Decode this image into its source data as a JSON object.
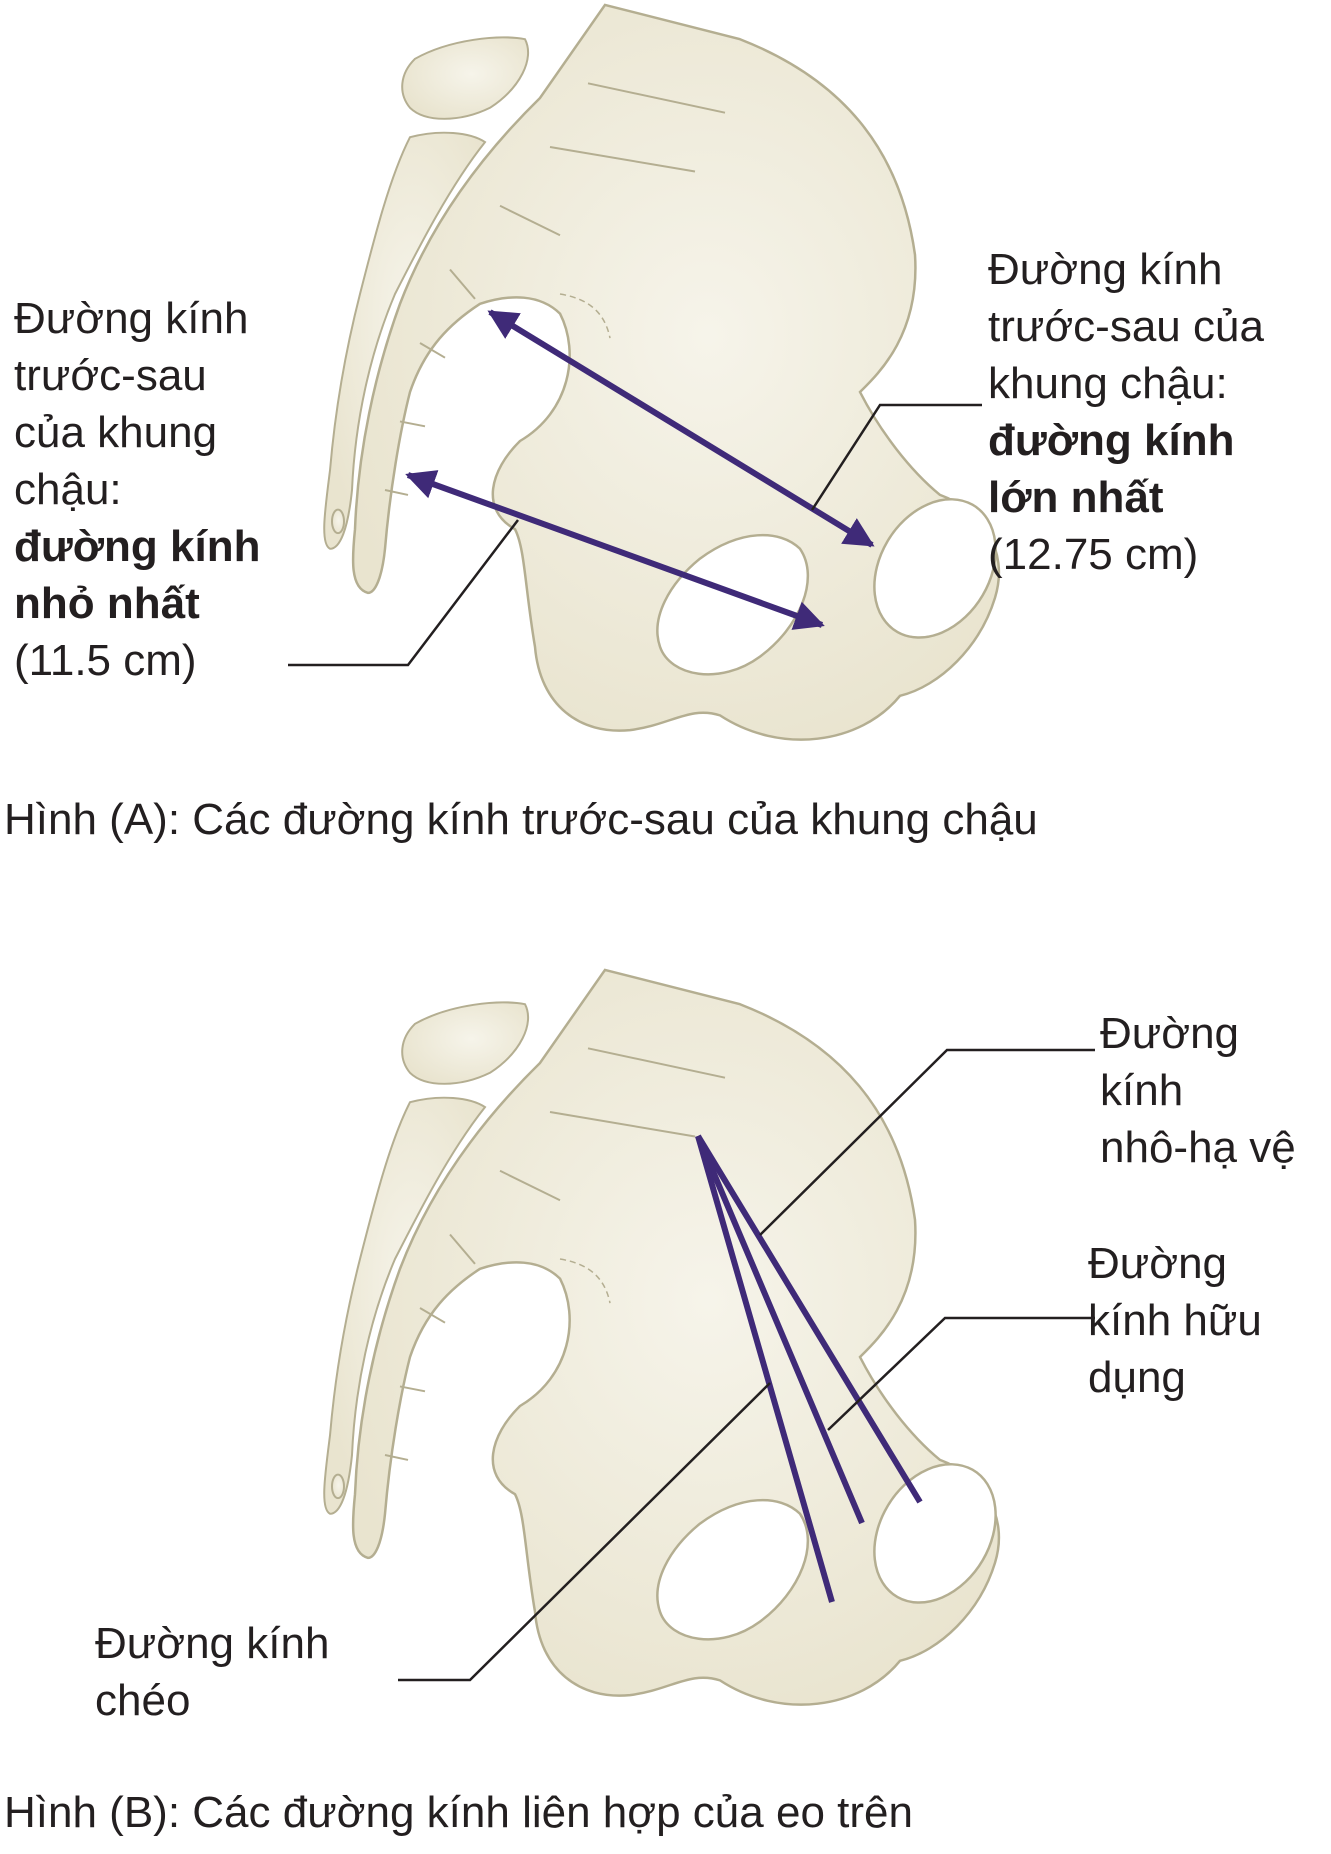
{
  "figure_a": {
    "caption": "Hình (A): Các đường kính trước-sau của khung chậu",
    "left_label": {
      "lines": [
        "Đường kính",
        "trước-sau",
        "của khung",
        "chậu:"
      ],
      "bold_lines": [
        "đường kính",
        "nhỏ nhất"
      ],
      "value": "(11.5 cm)"
    },
    "right_label": {
      "lines": [
        "Đường kính",
        "trước-sau của",
        "khung chậu:"
      ],
      "bold_lines": [
        "đường kính",
        "lớn nhất"
      ],
      "value": "(12.75 cm)"
    }
  },
  "figure_b": {
    "caption": "Hình (B): Các đường kính liên hợp của eo trên",
    "label_top_right": [
      "Đường",
      "kính",
      "nhô-hạ vệ"
    ],
    "label_mid_right": [
      "Đường",
      "kính hữu",
      "dụng"
    ],
    "label_bottom_left": [
      "Đường kính",
      "chéo"
    ]
  },
  "colors": {
    "bone_fill": "#ece8d6",
    "bone_outline": "#b4ae91",
    "arrow": "#3f2a78",
    "leader": "#231f20"
  }
}
